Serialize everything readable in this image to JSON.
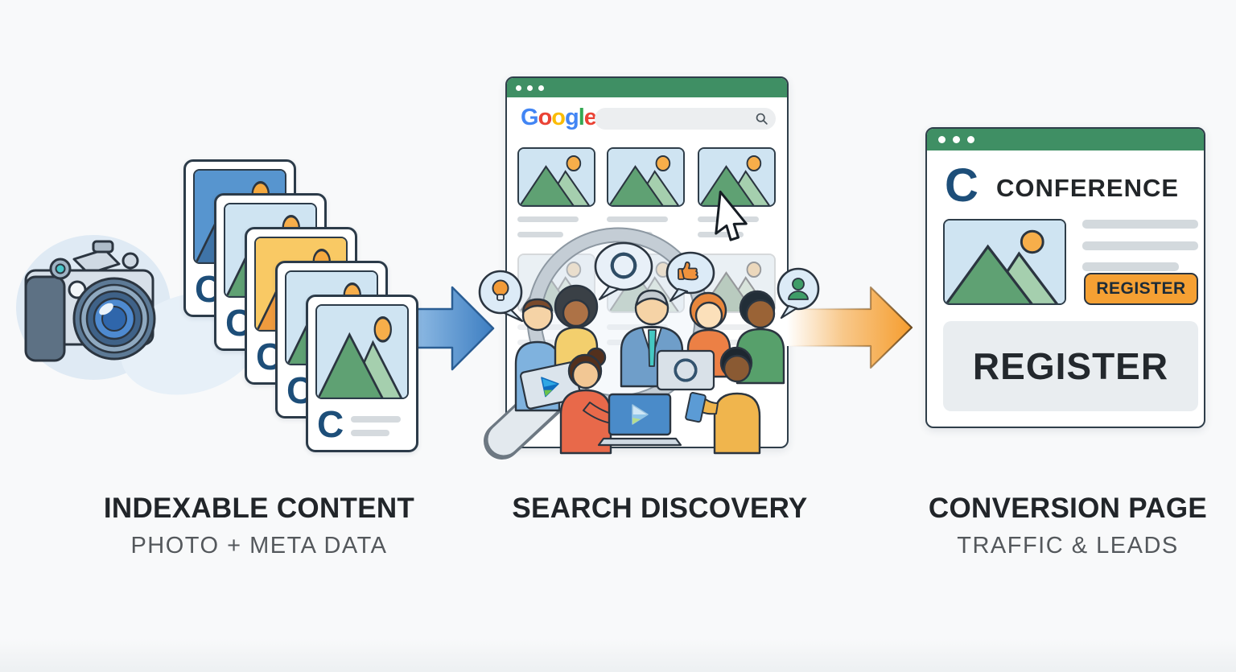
{
  "canvas": {
    "background": "#f8f9fa"
  },
  "flow": {
    "captions": [
      {
        "title": "INDEXABLE CONTENT",
        "subtitle": "PHOTO + META DATA"
      },
      {
        "title": "SEARCH DISCOVERY",
        "subtitle": ""
      },
      {
        "title": "CONVERSION PAGE",
        "subtitle": "TRAFFIC & LEADS"
      }
    ]
  },
  "photo_stack": {
    "card_letter": "C",
    "card_count": 5
  },
  "search_window": {
    "logo_letters": [
      {
        "ch": "G",
        "color": "#4285F4"
      },
      {
        "ch": "o",
        "color": "#EA4335"
      },
      {
        "ch": "o",
        "color": "#FBBC05"
      },
      {
        "ch": "g",
        "color": "#4285F4"
      },
      {
        "ch": "l",
        "color": "#34A853"
      },
      {
        "ch": "e",
        "color": "#EA4335"
      }
    ],
    "search_value": "",
    "image_results_row1": 3,
    "image_results_row2": 3
  },
  "conversion_window": {
    "logo_letter": "C",
    "site_name": "CONFERENCE",
    "register_button_label": "REGISTER",
    "register_panel_label": "REGISTER"
  },
  "icons": {
    "left": [
      "camera-icon"
    ],
    "middle": [
      "search-icon",
      "magnifier-icon",
      "lightbulb-icon",
      "openai-icon",
      "thumbs-up-icon",
      "person-icon",
      "cursor-icon",
      "bing-icon"
    ],
    "arrows": [
      "arrow-right-blue",
      "arrow-right-orange"
    ]
  },
  "colors": {
    "window_header_green": "#3f8f64",
    "navy_logo": "#1d4e79",
    "accent_orange": "#f5a033",
    "arrow_blue": "#3d7ec2",
    "sky_blue": "#cfe4f2",
    "mountain_green_dark": "#5fa173",
    "mountain_green_light": "#a5cfae",
    "sun_orange": "#f7ae4a",
    "placeholder_gray": "#d5dade",
    "caption_dark": "#212529",
    "caption_gray": "#54585c"
  }
}
